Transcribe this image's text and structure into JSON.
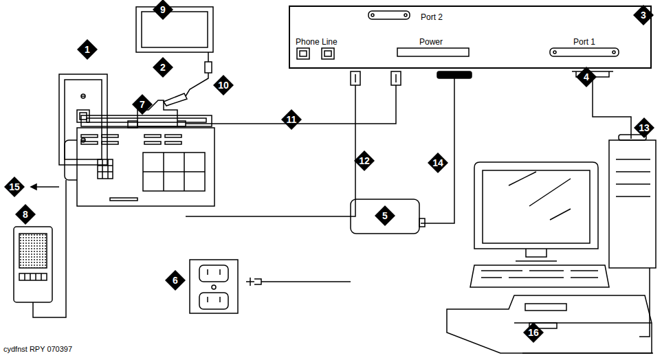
{
  "diagram": {
    "nodes": [
      {
        "text": [
          "Port 2",
          "Phone",
          "Line",
          "Power",
          "Port 1"
        ]
      }
    ],
    "labels": [
      "1",
      "2",
      "3",
      "4",
      "5",
      "6",
      "7",
      "8",
      "9",
      "10",
      "11",
      "12",
      "13",
      "14",
      "15",
      "16",
      "cydfnst RPY 070397"
    ]
  }
}
